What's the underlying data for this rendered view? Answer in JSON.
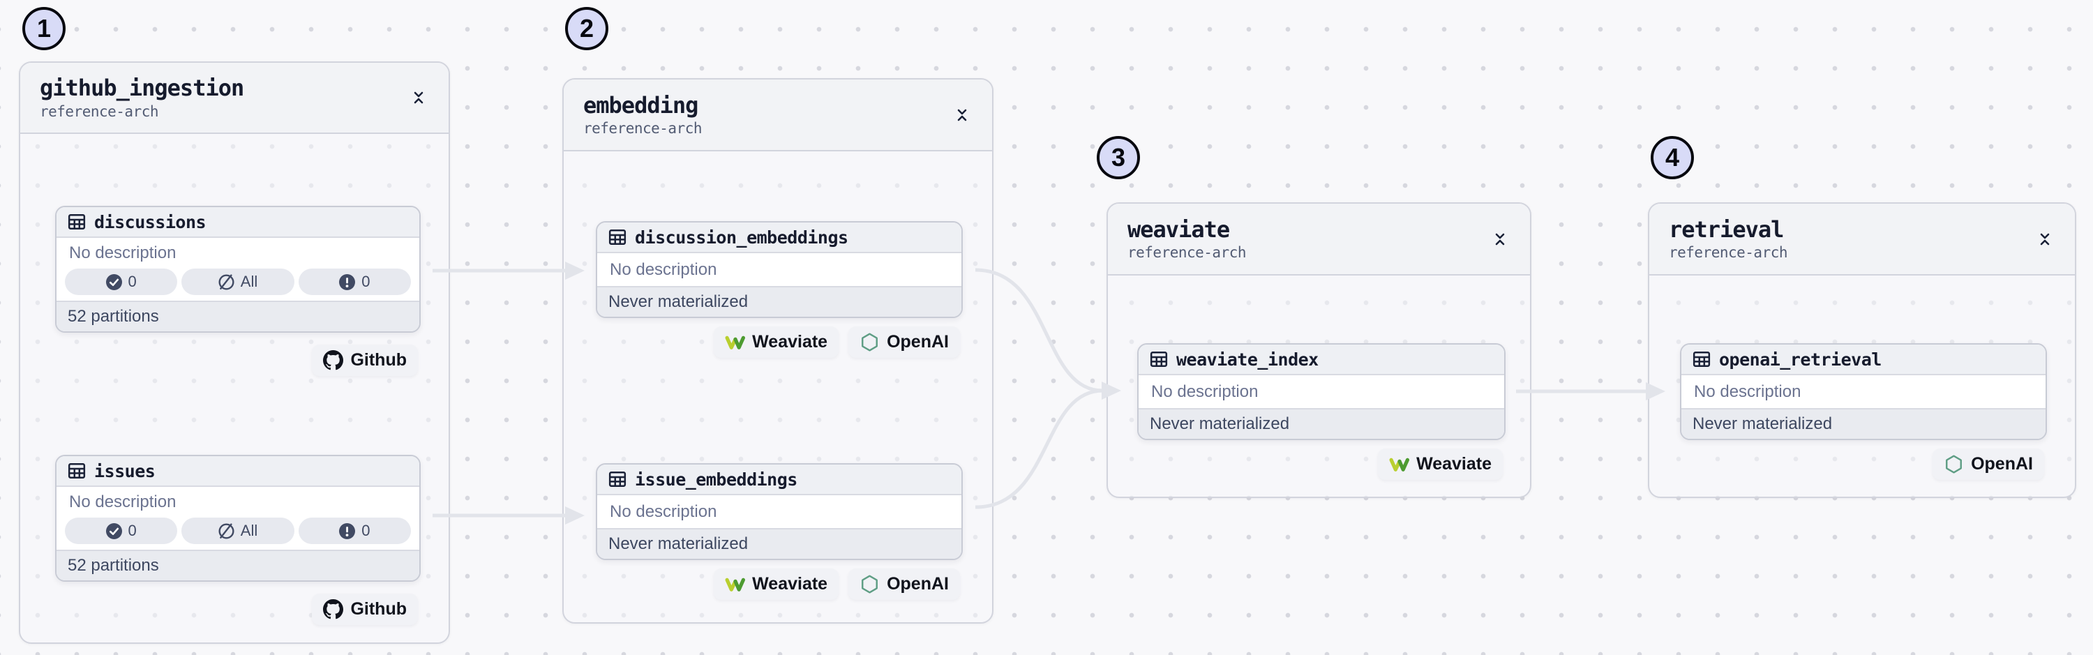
{
  "colors": {
    "page_bg": "#f8f8fa",
    "dot": "#d6d7de",
    "edge": "#e2e4ea",
    "group_border": "#d2d4dd",
    "group_header_bg": "#f2f3f6",
    "card_header_bg": "#eef0f4",
    "card_footer_bg": "#e9ebf0",
    "pill_bg": "#e7e9ef",
    "badge_bg": "#f1f2f6",
    "step_circle_bg": "#d8dbf7",
    "weaviate_yellow": "#b9cf2f",
    "weaviate_green": "#4d9b31",
    "openai_green": "#5f9e85",
    "github_black": "#10131c"
  },
  "steps": [
    {
      "label": "1"
    },
    {
      "label": "2"
    },
    {
      "label": "3"
    },
    {
      "label": "4"
    }
  ],
  "groups": [
    {
      "title": "github_ingestion",
      "subtitle": "reference-arch"
    },
    {
      "title": "embedding",
      "subtitle": "reference-arch"
    },
    {
      "title": "weaviate",
      "subtitle": "reference-arch"
    },
    {
      "title": "retrieval",
      "subtitle": "reference-arch"
    }
  ],
  "assets": {
    "discussions": {
      "name": "discussions",
      "description": "No description",
      "checks_passed": "0",
      "materialized": "All",
      "failed": "0",
      "partitions": "52 partitions"
    },
    "issues": {
      "name": "issues",
      "description": "No description",
      "checks_passed": "0",
      "materialized": "All",
      "failed": "0",
      "partitions": "52 partitions"
    },
    "discussion_embeddings": {
      "name": "discussion_embeddings",
      "description": "No description",
      "status": "Never materialized"
    },
    "issue_embeddings": {
      "name": "issue_embeddings",
      "description": "No description",
      "status": "Never materialized"
    },
    "weaviate_index": {
      "name": "weaviate_index",
      "description": "No description",
      "status": "Never materialized"
    },
    "openai_retrieval": {
      "name": "openai_retrieval",
      "description": "No description",
      "status": "Never materialized"
    }
  },
  "tags": {
    "github": "Github",
    "weaviate": "Weaviate",
    "openai": "OpenAI"
  }
}
